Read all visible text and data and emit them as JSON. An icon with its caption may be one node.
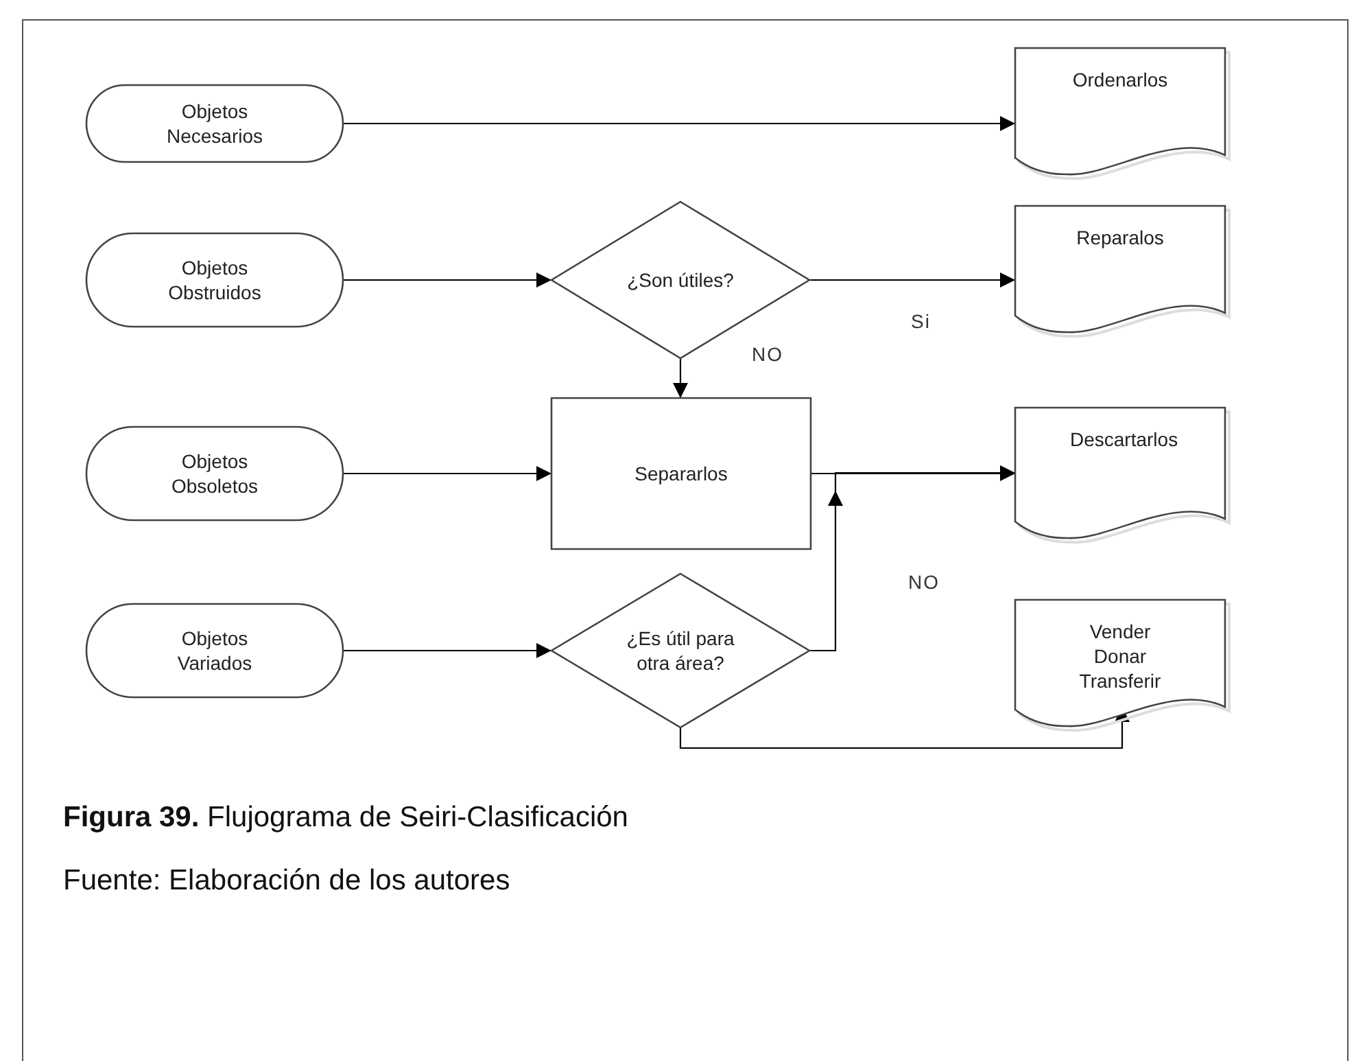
{
  "diagram": {
    "caption": "**Figura 39.** Flujograma de Seiri-Clasificación",
    "nodes": [
      {
        "text": [
          "Objetos Necesarios"
        ]
      },
      {
        "text": [
          "Ordenarlos"
        ]
      },
      {
        "text": [
          "Objetos Obstruidos"
        ]
      },
      {
        "text": [
          "¿Son útiles?"
        ]
      },
      {
        "text": [
          "Reparalos"
        ]
      },
      {
        "text": [
          "Objetos Obsoletos"
        ]
      },
      {
        "text": [
          "Separarlos"
        ]
      },
      {
        "text": [
          "Descartarlos"
        ]
      },
      {
        "text": [
          "Objetos Variados"
        ]
      },
      {
        "text": [
          "¿Es útil para otra área?"
        ]
      },
      {
        "text": [
          "Vender Donar Transferir"
        ]
      }
    ],
    "edges": [
      {
        "from": 0,
        "to": 1,
        "arrow": "to"
      },
      {
        "from": 2,
        "to": 3,
        "arrow": "to"
      },
      {
        "from": 3,
        "to": 4,
        "arrow": "to",
        "label": "Si"
      },
      {
        "from": 3,
        "to": 6,
        "arrow": "to",
        "label": "NO"
      },
      {
        "from": 5,
        "to": 6,
        "arrow": "to"
      },
      {
        "from": 6,
        "to": 7,
        "arrow": "to"
      },
      {
        "from": 8,
        "to": 9,
        "arrow": "to"
      },
      {
        "from": 9,
        "to": 7,
        "arrow": "to",
        "label": "NO"
      },
      {
        "from": 9,
        "to": 10,
        "arrow": "to"
      }
    ],
    "labels": [
      "Fuente: Elaboración de los autores"
    ]
  }
}
